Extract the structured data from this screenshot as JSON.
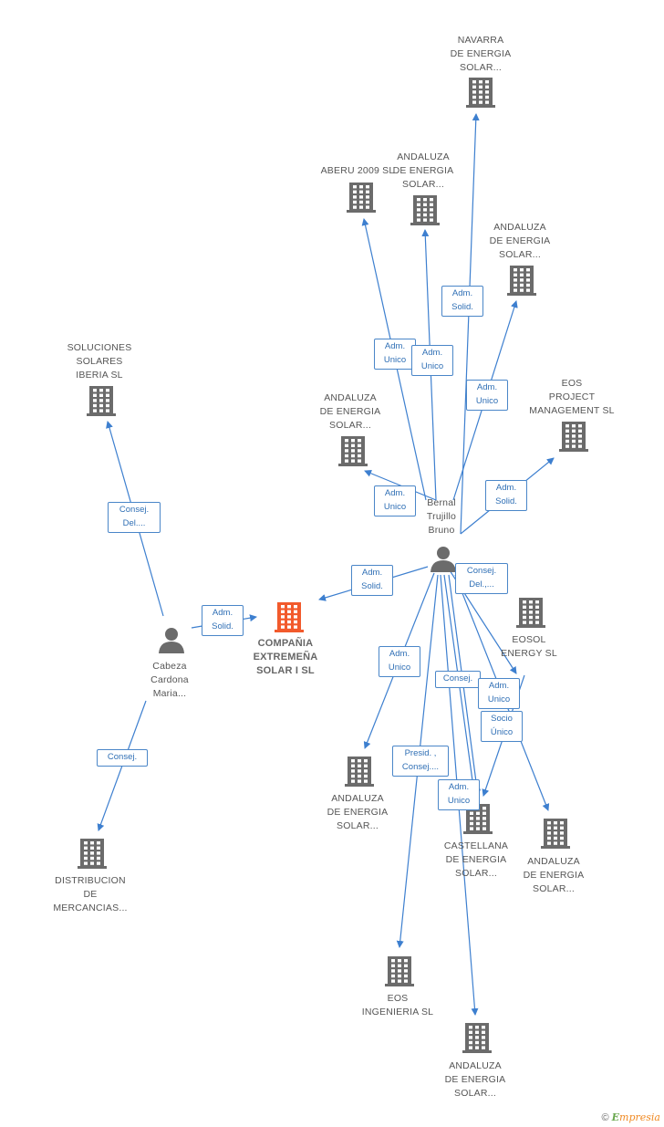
{
  "colors": {
    "edge": "#3d7fcf",
    "building": "#6b6b6b",
    "main_building": "#f25a2c",
    "person": "#6b6b6b"
  },
  "nodes": {
    "navarra": {
      "label": "NAVARRA\nDE ENERGIA\nSOLAR...",
      "icon": "building-icon"
    },
    "aberu": {
      "label": "ABERU 2009 SL",
      "icon": "building-icon"
    },
    "andaluza_a": {
      "label": "ANDALUZA\nDE ENERGIA\nSOLAR...",
      "icon": "building-icon"
    },
    "andaluza_b": {
      "label": "ANDALUZA\nDE ENERGIA\nSOLAR...",
      "icon": "building-icon"
    },
    "soluciones": {
      "label": "SOLUCIONES\nSOLARES\nIBERIA SL",
      "icon": "building-icon"
    },
    "andaluza_c": {
      "label": "ANDALUZA\nDE ENERGIA\nSOLAR...",
      "icon": "building-icon"
    },
    "eos_project": {
      "label": "EOS\nPROJECT\nMANAGEMENT SL",
      "icon": "building-icon"
    },
    "bernal": {
      "label": "Bernal\nTrujillo\nBruno",
      "icon": "person-icon"
    },
    "compania": {
      "label": "COMPAÑIA\nEXTREMEÑA\nSOLAR I SL",
      "icon": "building-icon"
    },
    "cabeza": {
      "label": "Cabeza\nCardona\nMaria...",
      "icon": "person-icon"
    },
    "eosol": {
      "label": "EOSOL\nENERGY SL",
      "icon": "building-icon"
    },
    "andaluza_d": {
      "label": "ANDALUZA\nDE ENERGIA\nSOLAR...",
      "icon": "building-icon"
    },
    "castellana": {
      "label": "CASTELLANA\nDE ENERGIA\nSOLAR...",
      "icon": "building-icon"
    },
    "andaluza_e": {
      "label": "ANDALUZA\nDE ENERGIA\nSOLAR...",
      "icon": "building-icon"
    },
    "distribucion": {
      "label": "DISTRIBUCION\nDE\nMERCANCIAS...",
      "icon": "building-icon"
    },
    "eos_ingenieria": {
      "label": "EOS\nINGENIERIA SL",
      "icon": "building-icon"
    },
    "andaluza_f": {
      "label": "ANDALUZA\nDE ENERGIA\nSOLAR...",
      "icon": "building-icon"
    }
  },
  "edges": [
    {
      "label": "Adm.\nSolid."
    },
    {
      "label": "Adm.\nUnico"
    },
    {
      "label": "Adm.\nUnico"
    },
    {
      "label": "Adm.\nUnico"
    },
    {
      "label": "Adm.\nUnico"
    },
    {
      "label": "Adm.\nSolid."
    },
    {
      "label": "Adm.\nSolid."
    },
    {
      "label": "Consej.\nDel.,..."
    },
    {
      "label": "Adm.\nUnico"
    },
    {
      "label": "Consej."
    },
    {
      "label": "Adm.\nUnico"
    },
    {
      "label": "Socio\nÚnico"
    },
    {
      "label": "Presid. ,\nConsej...."
    },
    {
      "label": "Adm.\nUnico"
    },
    {
      "label": "Consej.\nDel...."
    },
    {
      "label": "Adm.\nSolid."
    },
    {
      "label": "Consej."
    }
  ],
  "footer": {
    "copyright": "©",
    "brand_first": "E",
    "brand_rest": "mpresia"
  }
}
